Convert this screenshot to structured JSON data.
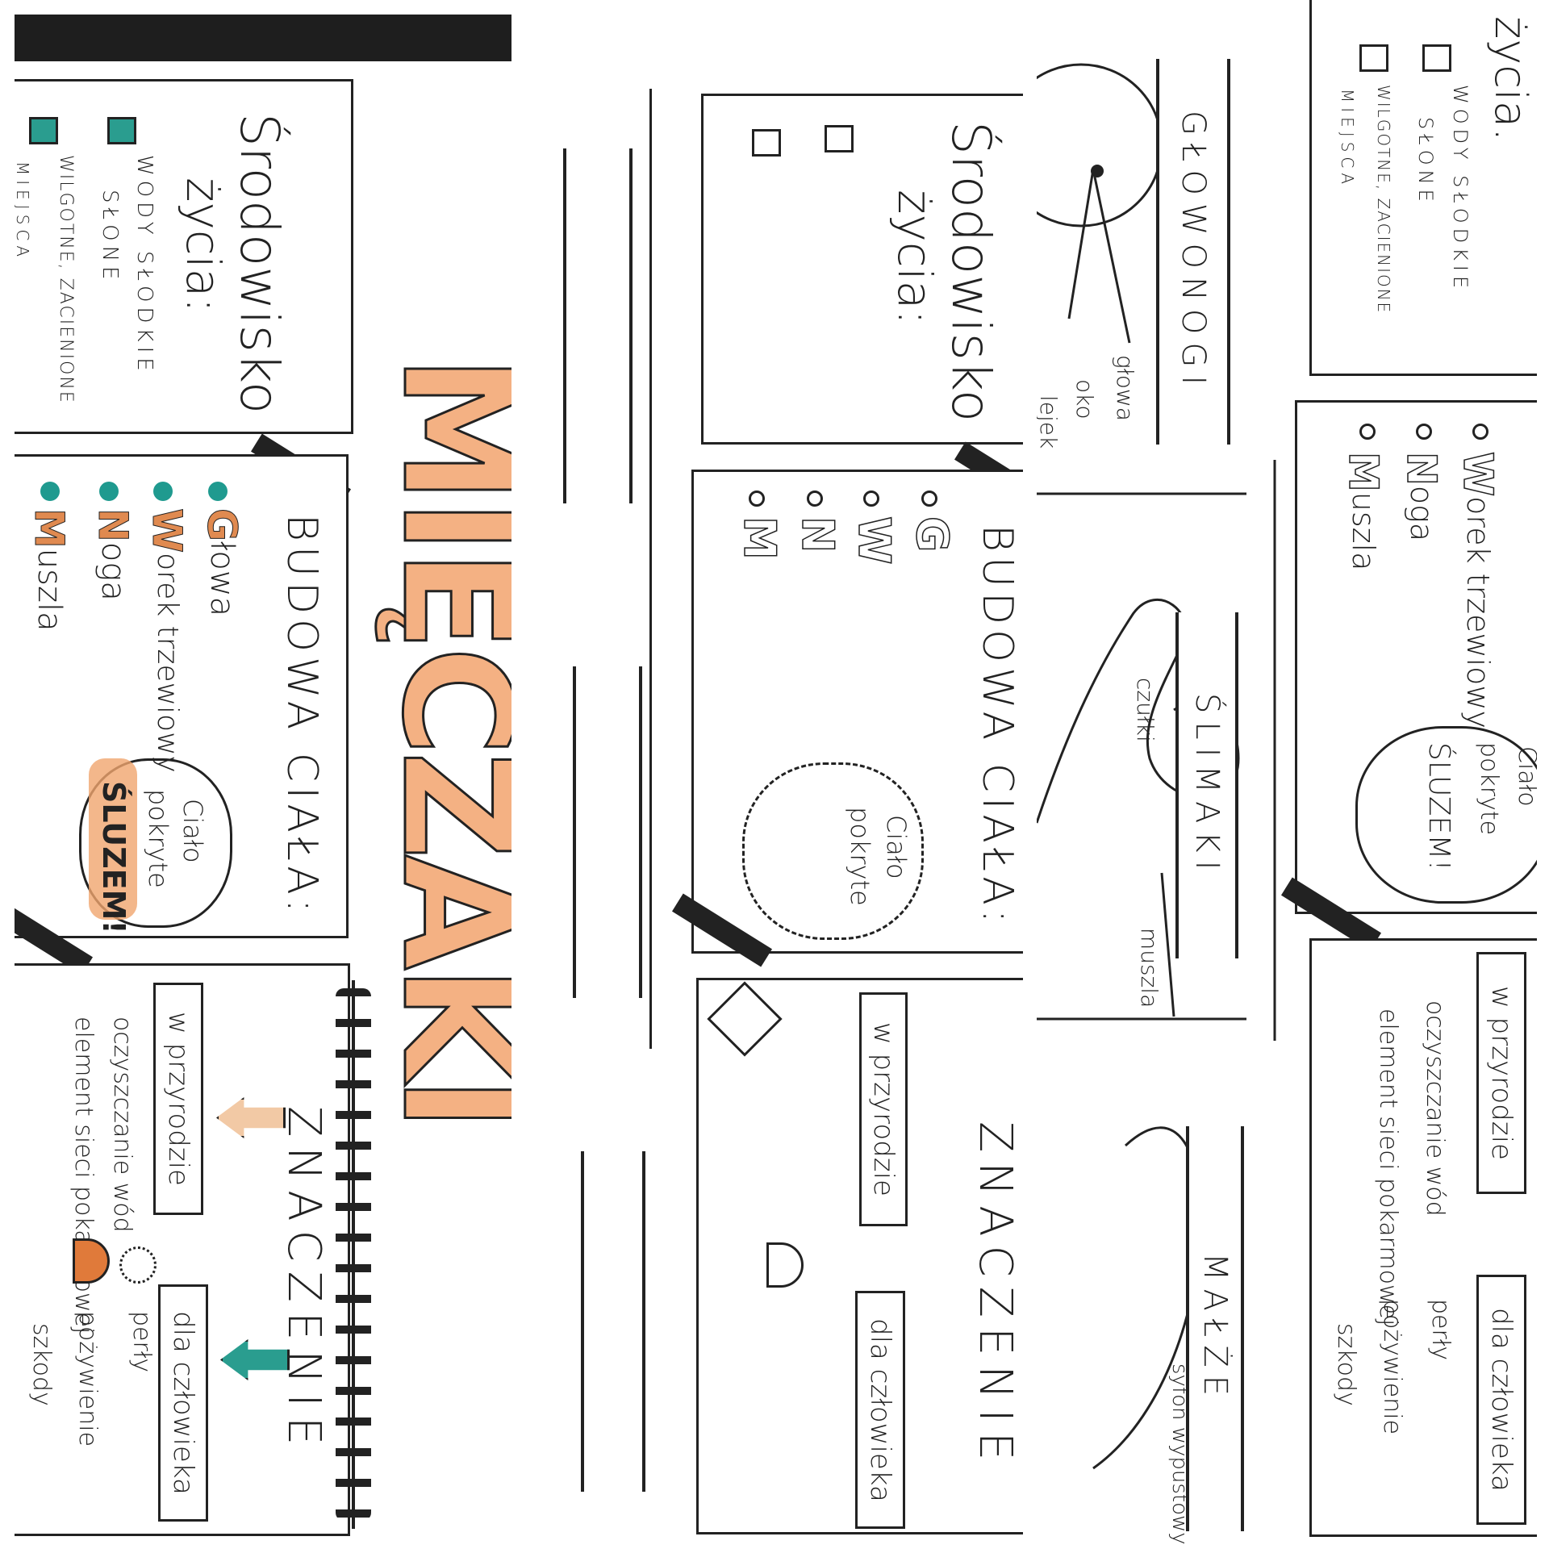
{
  "title": "MIĘCZAKI",
  "panel1": {
    "habitat": {
      "title": "Środowisko",
      "subtitle": "życia:",
      "items": [
        {
          "line1": "WODY SŁODKIE",
          "line2": "SŁONE"
        },
        {
          "line1": "WILGOTNE, ZACIENIONE",
          "line2": "MIEJSCA"
        }
      ]
    },
    "body": {
      "title": "BUDOWA CIAŁA:",
      "items": [
        {
          "letter": "G",
          "rest": "łowa"
        },
        {
          "letter": "W",
          "rest": "orek trzewiowy"
        },
        {
          "letter": "N",
          "rest": "oga"
        },
        {
          "letter": "M",
          "rest": "uszla"
        }
      ],
      "cloud": {
        "line1": "Ciało",
        "line2": "pokryte",
        "line3": "ŚLUZEM!"
      }
    },
    "importance": {
      "title": "ZNACZENIE",
      "nature": {
        "label": "w przyrodzie",
        "items": [
          "oczyszczanie wód",
          "element sieci pokarmowej"
        ]
      },
      "human": {
        "label": "dla człowieka",
        "items": [
          "perły",
          "pożywienie",
          "szkody"
        ]
      }
    }
  },
  "panel2": {
    "habitat": {
      "title": "Środowisko",
      "subtitle": "życia:"
    },
    "body": {
      "title": "BUDOWA CIAŁA:",
      "letters": [
        "G",
        "W",
        "N",
        "M"
      ],
      "cloud": {
        "line1": "Ciało",
        "line2": "pokryte"
      }
    },
    "importance": {
      "title": "ZNACZENIE",
      "nature_label": "w przyrodzie",
      "human_label": "dla człowieka"
    }
  },
  "panel3": {
    "groups": [
      {
        "name": "GŁOWONOGI",
        "labels": [
          "głowa",
          "oko",
          "lejek"
        ]
      },
      {
        "name": "ŚLIMAKI",
        "labels": [
          "czułki",
          "muszla"
        ]
      },
      {
        "name": "MAŁŻE",
        "labels": [
          "syfon wypustowy"
        ]
      }
    ],
    "habitat": {
      "subtitle": "życia.",
      "items": [
        {
          "line1": "WODY SŁODKIE",
          "line2": "SŁONE"
        },
        {
          "line1": "WILGOTNE, ZACIENIONE",
          "line2": "MIEJSCA"
        }
      ]
    },
    "body": {
      "items": [
        {
          "letter": "W",
          "rest": "orek trzewiowy"
        },
        {
          "letter": "N",
          "rest": "oga"
        },
        {
          "letter": "M",
          "rest": "uszla"
        }
      ],
      "cloud": {
        "line1": "Ciało",
        "line2": "pokryte",
        "line3": "ŚLUZEM!"
      }
    },
    "importance": {
      "nature": {
        "label": "w przyrodzie",
        "items": [
          "oczyszczanie wód",
          "element sieci pokarmowej"
        ]
      },
      "human": {
        "label": "dla człowieka",
        "items": [
          "perły",
          "pożywienie",
          "szkody"
        ]
      }
    }
  },
  "colors": {
    "orange": "#f4b183",
    "teal": "#1f9a8f",
    "ink": "#222222"
  }
}
